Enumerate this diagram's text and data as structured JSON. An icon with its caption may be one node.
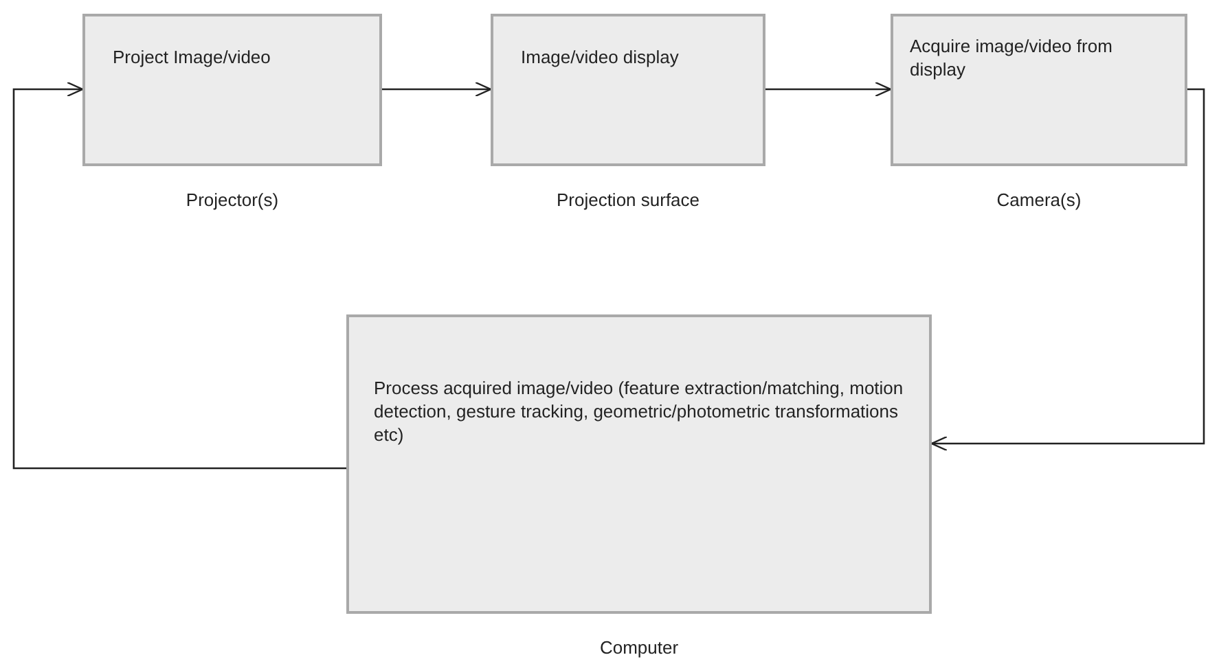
{
  "diagram": {
    "nodes": [
      {
        "text": [
          "Project Image/video"
        ],
        "beside": [
          "Projector(s)"
        ]
      },
      {
        "text": [
          "Image/video display"
        ],
        "beside": [
          "Projection surface"
        ]
      },
      {
        "text": [
          "Acquire image/video from display"
        ],
        "beside": [
          "Camera(s)"
        ]
      },
      {
        "text": [
          "Process acquired image/video (feature extraction/matching, motion detection, gesture tracking, geometric/photometric transformations etc)"
        ],
        "beside": [
          "Computer"
        ]
      }
    ],
    "edges": [
      {
        "from": 0,
        "to": 1,
        "arrow": "to"
      },
      {
        "from": 1,
        "to": 2,
        "arrow": "to"
      },
      {
        "from": 2,
        "to": 3,
        "arrow": "to"
      },
      {
        "from": 3,
        "to": 0,
        "arrow": "to"
      }
    ]
  }
}
